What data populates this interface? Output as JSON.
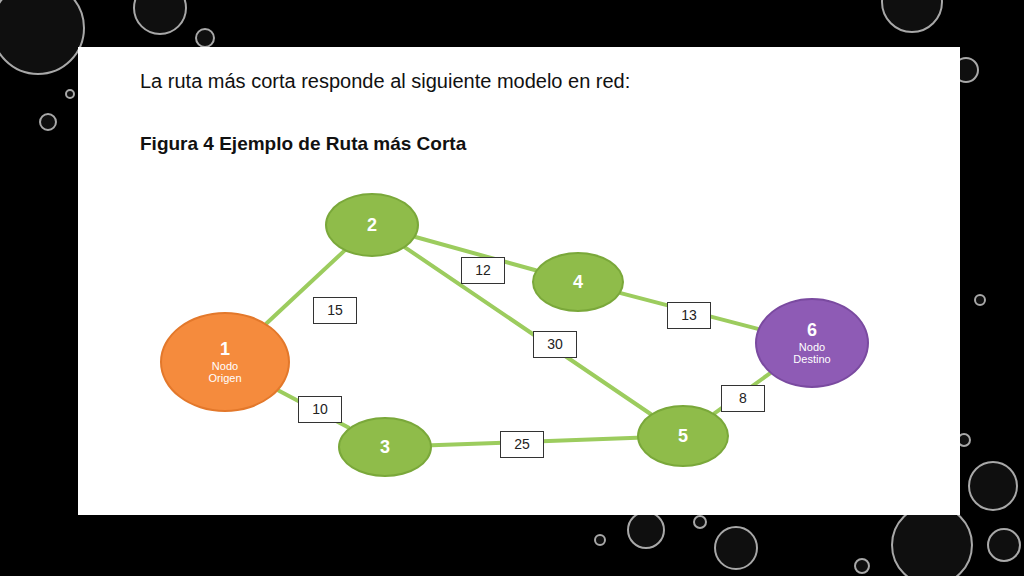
{
  "diagram": {
    "title": "Figura 4 Ejemplo de Ruta más Corta",
    "nodes": [
      {
        "text": [
          "1",
          "Nodo Origen"
        ]
      },
      {
        "text": [
          "2"
        ]
      },
      {
        "text": [
          "3"
        ]
      },
      {
        "text": [
          "4"
        ]
      },
      {
        "text": [
          "5"
        ]
      },
      {
        "text": [
          "6",
          "Nodo Destino"
        ]
      }
    ],
    "edges": [
      {
        "from": 0,
        "to": 1,
        "arrow": "none",
        "label": "15"
      },
      {
        "from": 0,
        "to": 2,
        "arrow": "none",
        "label": "10"
      },
      {
        "from": 1,
        "to": 3,
        "arrow": "none",
        "label": "12"
      },
      {
        "from": 1,
        "to": 4,
        "arrow": "none",
        "label": "30"
      },
      {
        "from": 2,
        "to": 4,
        "arrow": "none",
        "label": "25"
      },
      {
        "from": 3,
        "to": 5,
        "arrow": "none",
        "label": "13"
      },
      {
        "from": 4,
        "to": 5,
        "arrow": "none",
        "label": "8"
      }
    ],
    "labels": [
      "La ruta más corta responde al siguiente modelo en red:"
    ]
  }
}
